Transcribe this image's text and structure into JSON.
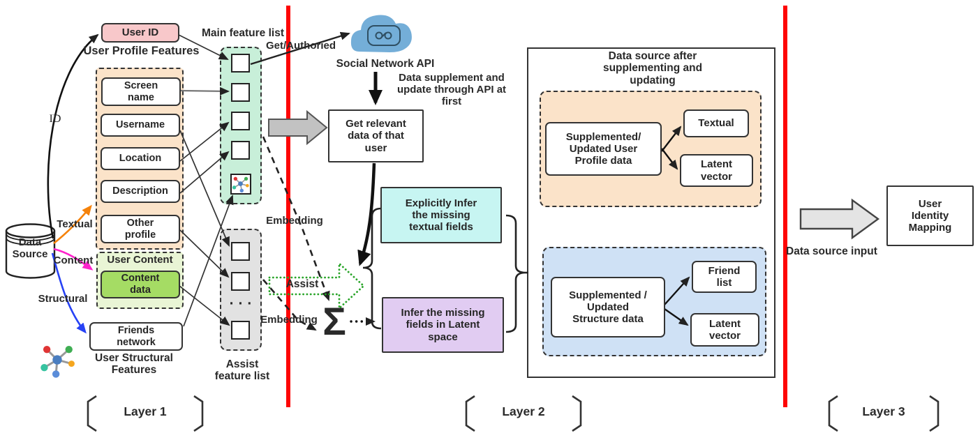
{
  "colors": {
    "red_divider": "#fe0505",
    "user_id_pink": "#f8c8ca",
    "profile_orange": "#fbe3c9",
    "user_content_green": "#e9f5d5",
    "content_data_green": "#a5dc64",
    "main_list_mint": "#c8efd9",
    "assist_list_gray": "#e2e2e2",
    "explicit_cyan": "#c7f5f2",
    "latent_purple": "#e1ccf2",
    "result_blue": "#cfe1f5",
    "cloud_blue": "#74aed8",
    "assist_arrow_green": "#28a428"
  },
  "icons": {
    "social_api": "cloud-icon",
    "feature_graph": "network-graph-icon",
    "aggregate": "sigma-symbol"
  },
  "layer1": {
    "data_source": "Data\nSource",
    "id_edge": "ID",
    "textual_edge": "Textual",
    "content_edge": "Content",
    "structural_edge": "Structural",
    "user_id": "User ID",
    "profile_title": "User Profile Features",
    "fields": {
      "screen_name": "Screen\nname",
      "username": "Username",
      "location": "Location",
      "description": "Description",
      "other_profile": "Other\nprofile"
    },
    "user_content_title": "User Content",
    "content_data": "Content\ndata",
    "friends_network": "Friends\nnetwork",
    "structural_title": "User Structural\nFeatures",
    "main_list_label": "Main feature list",
    "assist_list_label": "Assist\nfeature list",
    "assist_dots": "· · ·",
    "layer_label": "Layer 1"
  },
  "layer2": {
    "get_authoried": "Get/Authoried",
    "social_api": "Social Network API",
    "api_note": "Data supplement and\nupdate through API at\nfirst",
    "get_relevant": "Get relevant\ndata of that\nuser",
    "explicit_infer": "Explicitly Infer\nthe missing\ntextual fields",
    "latent_infer": "Infer the missing\nfields in Latent\nspace",
    "embedding_top": "Embedding",
    "embedding_bottom": "Embedding",
    "assist_label": "Assist",
    "sigma": "Σ",
    "result_title": "Data source after\nsupplementing and\nupdating",
    "profile_result": "Supplemented/\nUpdated User\nProfile data",
    "profile_textual": "Textual",
    "profile_latent": "Latent\nvector",
    "structure_result": "Supplemented /\nUpdated\nStructure data",
    "friend_list": "Friend\nlist",
    "structure_latent": "Latent\nvector",
    "layer_label": "Layer 2"
  },
  "layer3": {
    "identity_mapping": "User\nIdentity\nMapping",
    "input_label": "Data source input",
    "layer_label": "Layer 3"
  }
}
